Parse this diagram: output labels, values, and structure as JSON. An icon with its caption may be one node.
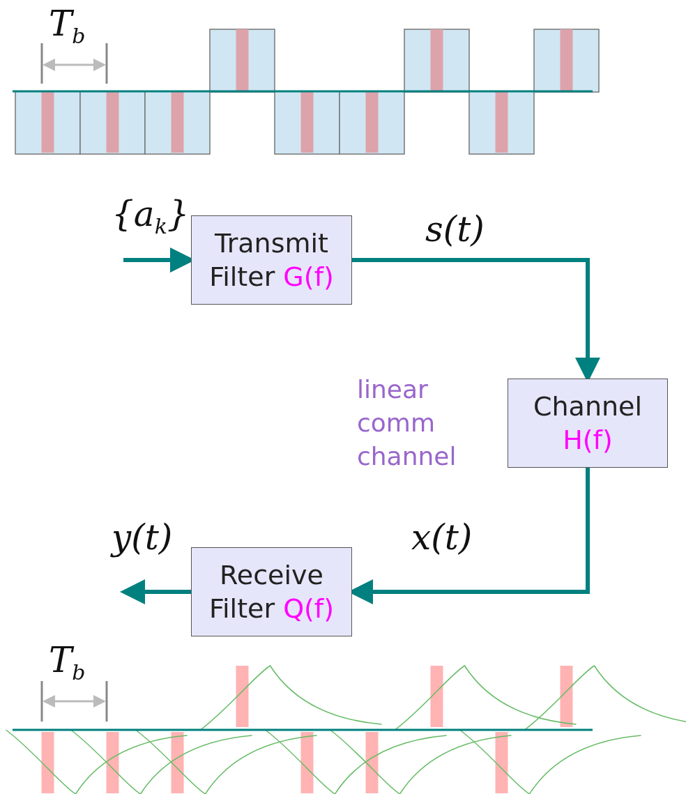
{
  "diagram": {
    "nodes": [
      {
        "text": [
          "Transmit Filter",
          "G(f)"
        ]
      },
      {
        "text": [
          "Channel",
          "H(f)"
        ]
      },
      {
        "text": [
          "Receive Filter",
          "Q(f)"
        ]
      }
    ],
    "edges": [
      {
        "from": null,
        "to": 0,
        "arrow": "to",
        "label": "{a$_{k}$}"
      },
      {
        "from": 0,
        "to": 1,
        "arrow": "to",
        "label": "s(t)"
      },
      {
        "from": 1,
        "to": 2,
        "arrow": "to",
        "label": "x(t)"
      },
      {
        "from": 2,
        "to": null,
        "arrow": "to",
        "label": "y(t)"
      }
    ],
    "labels": [
      "T$_{b}$",
      "linear comm channel",
      "T$_{b}$"
    ]
  }
}
